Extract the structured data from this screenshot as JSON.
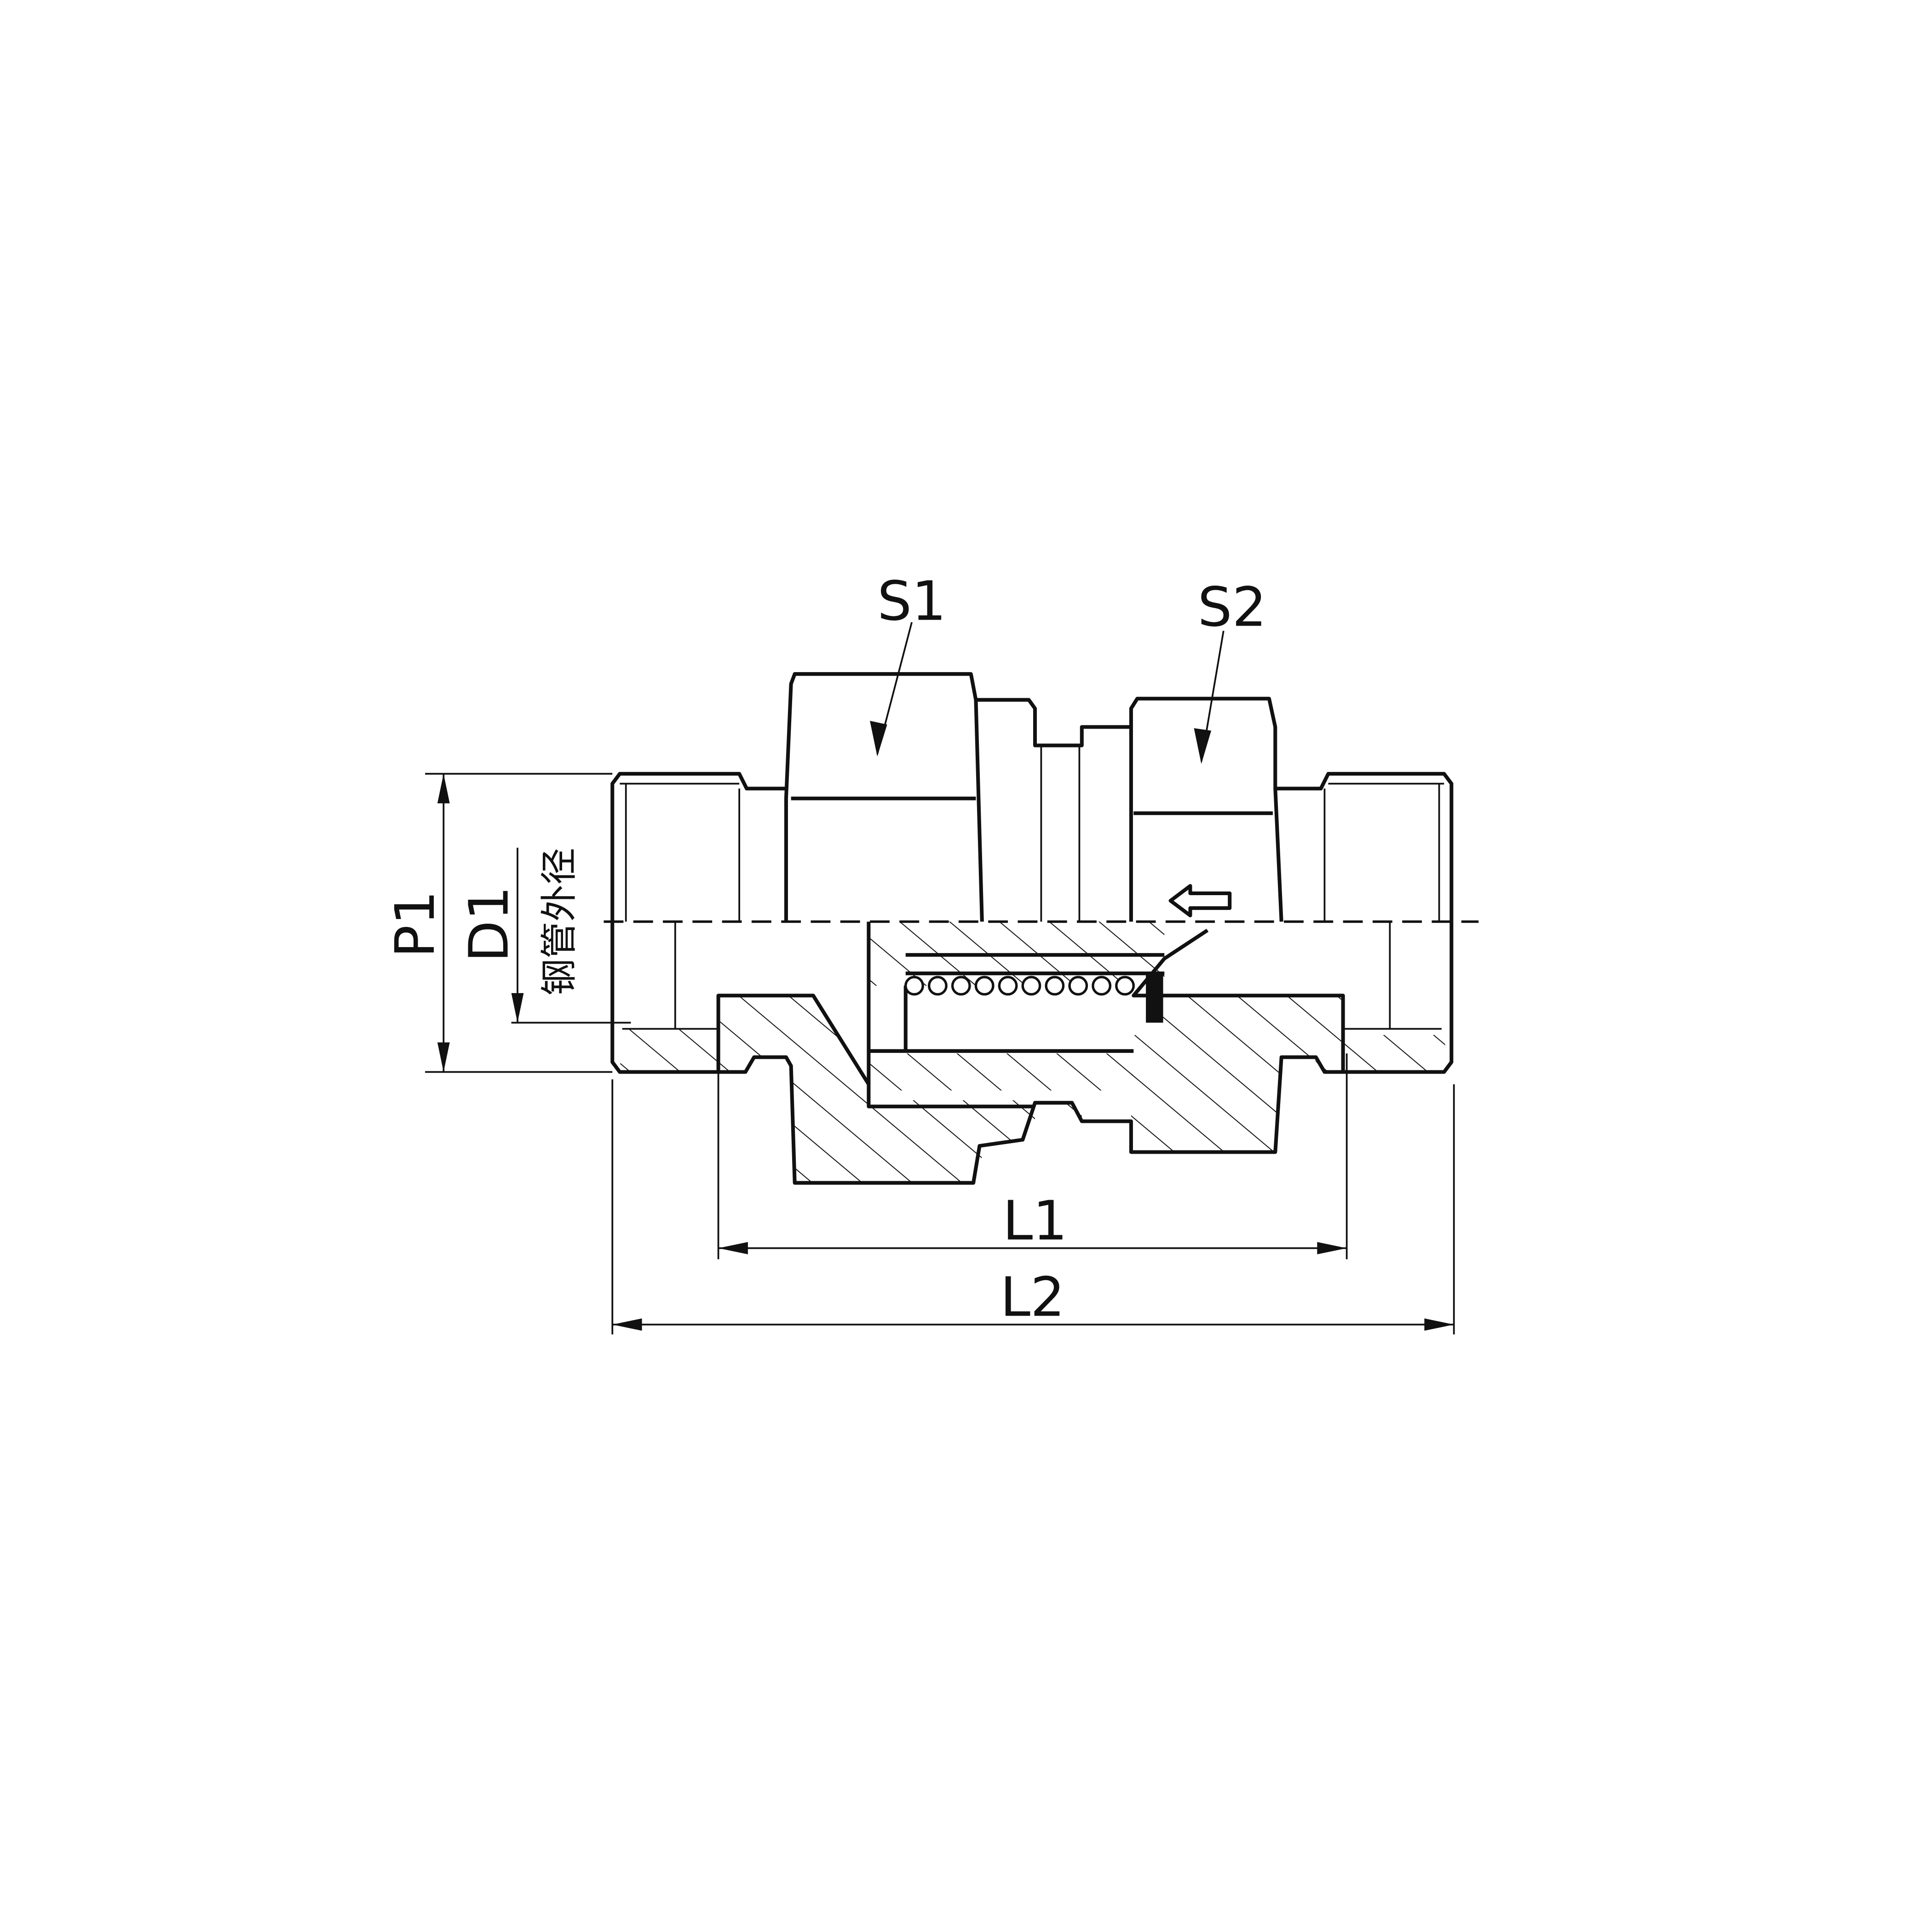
{
  "drawing": {
    "labels": {
      "s1": "S1",
      "s2": "S2",
      "p1": "P1",
      "d1": "D1",
      "d1_note": "钢管外径",
      "l1": "L1",
      "l2": "L2"
    },
    "colors": {
      "line": "#111111",
      "background": "#ffffff"
    }
  }
}
